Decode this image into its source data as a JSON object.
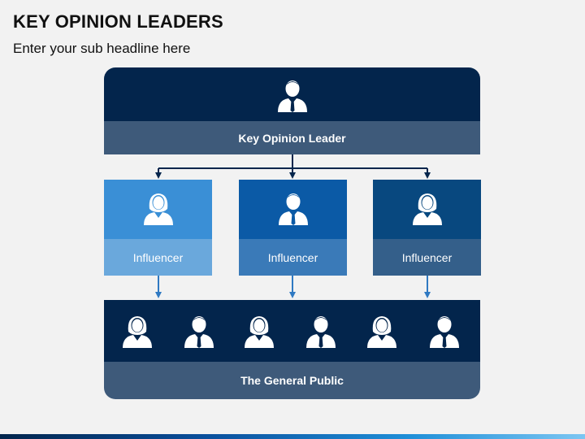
{
  "header": {
    "title": "KEY OPINION LEADERS",
    "subtitle": "Enter your sub headline here"
  },
  "diagram": {
    "leader": {
      "label": "Key Opinion Leader",
      "icon": "man-icon"
    },
    "influencers": [
      {
        "label": "Influencer",
        "icon": "woman-icon",
        "top_color": "#3a8fd6",
        "bar_color": "#6aa8dc"
      },
      {
        "label": "Influencer",
        "icon": "man-icon",
        "top_color": "#0b5aa6",
        "bar_color": "#3a7ab8"
      },
      {
        "label": "Influencer",
        "icon": "woman-icon",
        "top_color": "#08487f",
        "bar_color": "#345f8a"
      }
    ],
    "public": {
      "label": "The General Public",
      "icons": [
        "woman-icon",
        "man-icon",
        "woman-icon",
        "man-icon",
        "woman-icon",
        "man-icon"
      ]
    }
  },
  "colors": {
    "navy": "#03254c",
    "slate": "#3e5a7a",
    "arrow_dark": "#03254c",
    "arrow_light": "#2f79c2"
  }
}
